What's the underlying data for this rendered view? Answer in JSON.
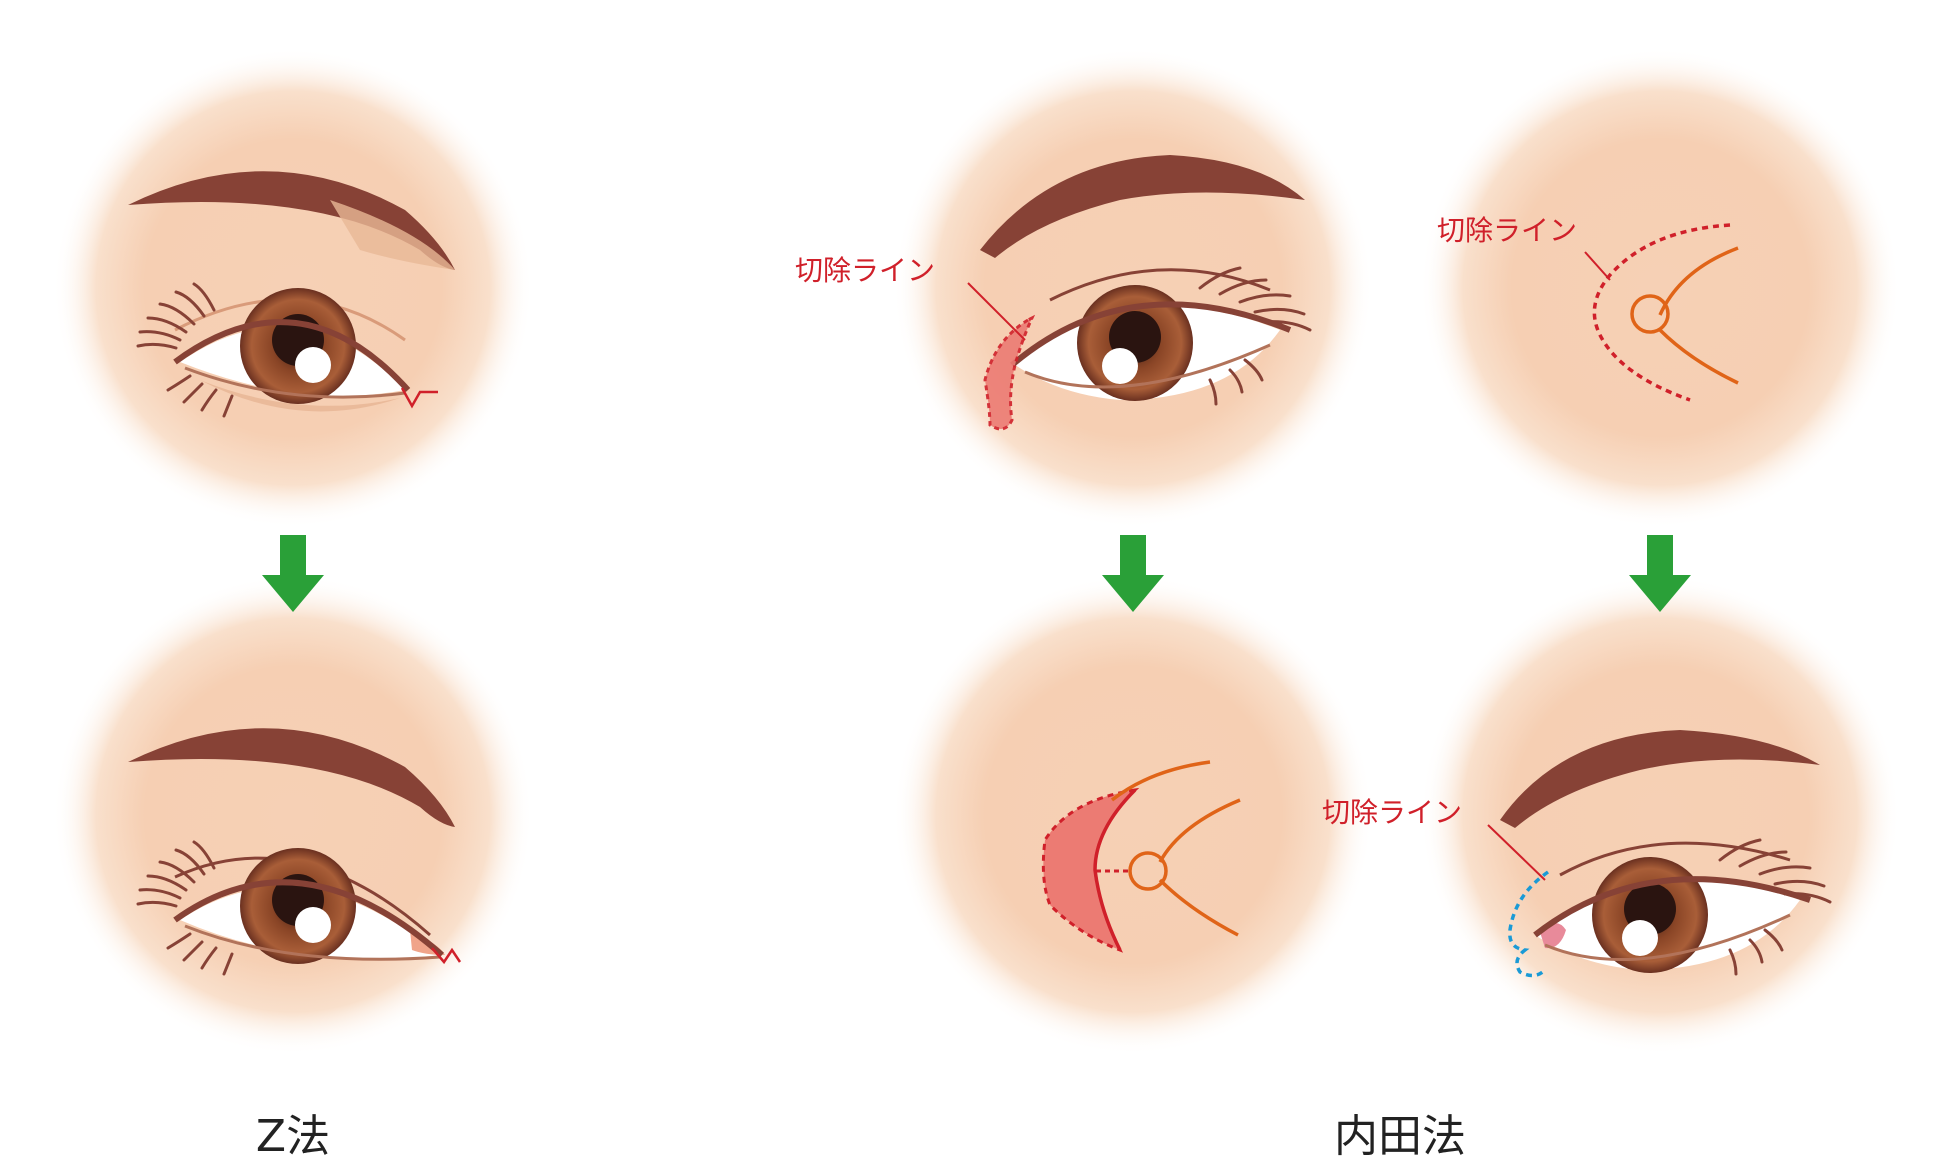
{
  "labels": {
    "cut_line": "切除ライン",
    "method_z": "Z法",
    "method_uchida": "内田法"
  },
  "colors": {
    "skin_center": "#f4c9ad",
    "skin_edge": "#ffffff",
    "brow": "#874236",
    "brow_shadow": "#e9b896",
    "iris_outer": "#7a3a22",
    "iris_inner": "#a85a35",
    "pupil": "#2a1410",
    "lash": "#874236",
    "cut_red": "#d0202a",
    "cut_fill": "#ec7b73",
    "caruncle_orange": "#e06418",
    "blue_line": "#1a9ad6",
    "arrow_green": "#2aa038",
    "pink": "#e88a9a"
  },
  "icons": [
    "down-arrow-icon"
  ]
}
